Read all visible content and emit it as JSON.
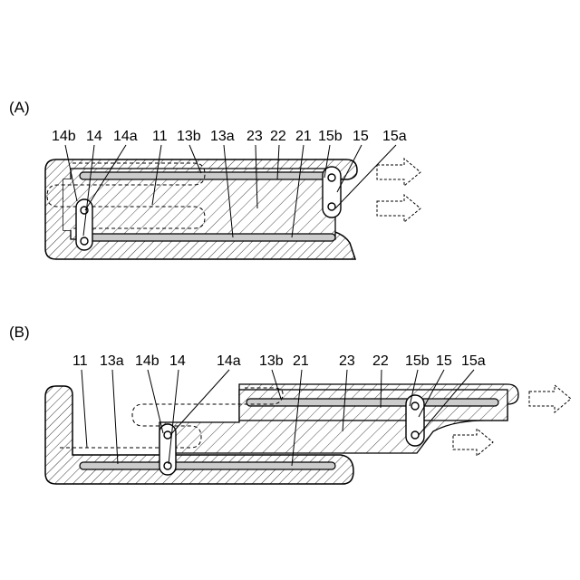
{
  "panel_a": {
    "title": "(A)",
    "labels": [
      "14b",
      "14",
      "14a",
      "11",
      "13b",
      "13a",
      "23",
      "22",
      "21",
      "15b",
      "15",
      "15a"
    ]
  },
  "panel_b": {
    "title": "(B)",
    "labels": [
      "11",
      "13a",
      "14b",
      "14",
      "14a",
      "13b",
      "21",
      "23",
      "22",
      "15b",
      "15",
      "15a"
    ]
  }
}
